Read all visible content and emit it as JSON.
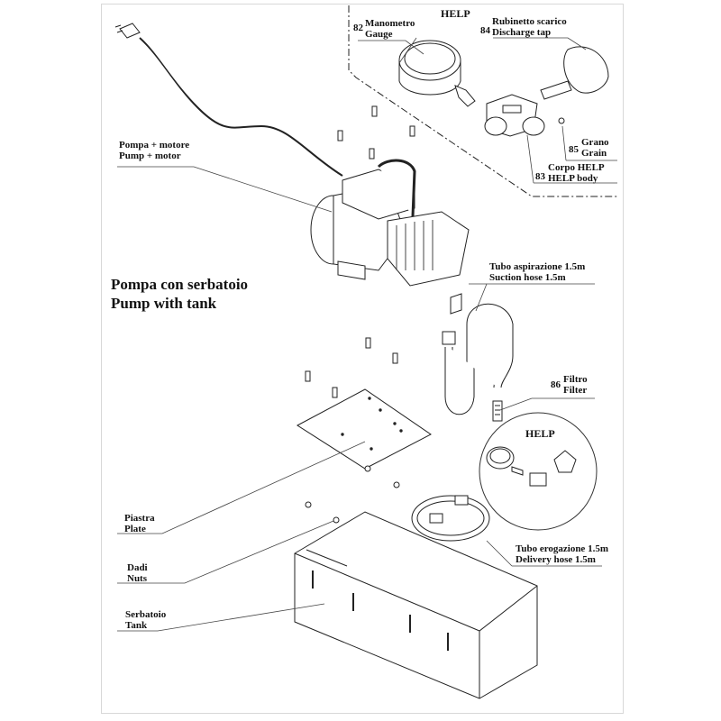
{
  "title": {
    "line1": "Pompa con serbatoio",
    "line2": "Pump with tank"
  },
  "help_labels": {
    "top": "HELP",
    "circle": "HELP"
  },
  "parts": [
    {
      "id": "pump-motor",
      "number": "",
      "it": "Pompa + motore",
      "en": "Pump + motor"
    },
    {
      "id": "gauge",
      "number": "82",
      "it": "Manometro",
      "en": "Gauge"
    },
    {
      "id": "help-body",
      "number": "83",
      "it": "Corpo HELP",
      "en": "HELP body"
    },
    {
      "id": "discharge-tap",
      "number": "84",
      "it": "Rubinetto scarico",
      "en": "Discharge tap"
    },
    {
      "id": "grain",
      "number": "85",
      "it": "Grano",
      "en": "Grain"
    },
    {
      "id": "filter",
      "number": "86",
      "it": "Filtro",
      "en": "Filter"
    },
    {
      "id": "suction-hose",
      "number": "",
      "it": "Tubo aspirazione 1.5m",
      "en": "Suction hose 1.5m"
    },
    {
      "id": "delivery-hose",
      "number": "",
      "it": "Tubo erogazione 1.5m",
      "en": "Delivery hose 1.5m"
    },
    {
      "id": "plate",
      "number": "",
      "it": "Piastra",
      "en": "Plate"
    },
    {
      "id": "nuts",
      "number": "",
      "it": "Dadi",
      "en": "Nuts"
    },
    {
      "id": "tank",
      "number": "",
      "it": "Serbatoio",
      "en": "Tank"
    }
  ]
}
